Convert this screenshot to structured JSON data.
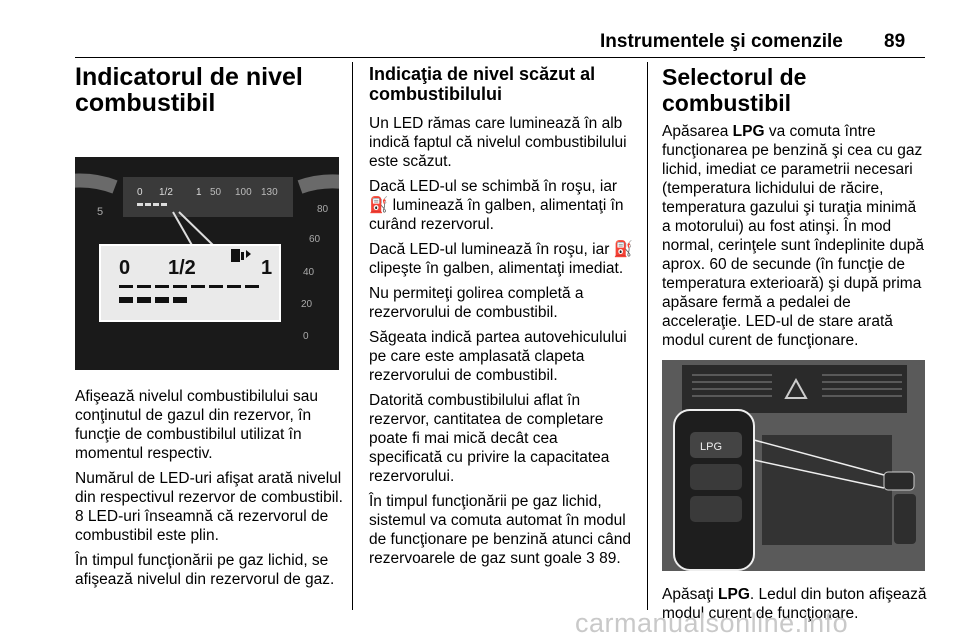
{
  "header": {
    "section_title": "Instrumentele şi comenzile",
    "page_number": "89"
  },
  "col1": {
    "heading": "Indicatorul de nivel combustibil",
    "figure": {
      "scale_empty": "0",
      "scale_half": "1/2",
      "scale_full": "1",
      "small_scale": [
        "0",
        "1/2",
        "1"
      ],
      "speed_marks": [
        "50",
        "100",
        "130"
      ],
      "tach_marks": [
        "5",
        "40",
        "60",
        "80",
        "20",
        "0"
      ]
    },
    "paragraphs": [
      "Afişează nivelul combustibilului sau conţinutul de gazul din rezervor, în funcţie de combustibilul utilizat în momentul respectiv.",
      "Numărul de LED-uri afişat arată nivelul din respectivul rezervor de combustibil. 8 LED-uri înseamnă că rezervorul de combustibil este plin.",
      "În timpul funcţionării pe gaz lichid, se afişează nivelul din rezervorul de gaz."
    ]
  },
  "col2": {
    "heading": "Indicaţia de nivel scăzut al combustibilului",
    "p1": "Un LED rămas care luminează în alb indică faptul că nivelul combustibilului este scăzut.",
    "p2": "Dacă LED-ul se schimbă în roşu, iar ⛽ luminează în galben, alimentaţi în curând rezervorul.",
    "p3": "Dacă LED-ul luminează în roşu, iar ⛽ clipeşte în galben, alimentaţi imediat.",
    "p4": "Nu permiteţi golirea completă a rezervorului de combustibil.",
    "p5": "Săgeata indică partea autovehiculului pe care este amplasată clapeta rezervorului de combustibil.",
    "p6": "Datorită combustibilului aflat în rezervor, cantitatea de completare poate fi mai mică decât cea specificată cu privire la capacitatea rezervorului.",
    "p7": "În timpul funcţionării pe gaz lichid, sistemul va comuta automat în modul de funcţionare pe benzină atunci când rezervoarele de gaz sunt goale",
    "p7_ref": "3 89."
  },
  "col3": {
    "heading": "Selectorul de combustibil",
    "p1_pre": "Apăsarea ",
    "p1_bold": "LPG",
    "p1_post": " va comuta între funcţionarea pe benzină şi cea cu gaz lichid, imediat ce parametrii necesari (temperatura lichidului de răcire, temperatura gazului şi turaţia minimă a motorului) au fost atinşi. În mod normal, cerinţele sunt îndeplinite după aprox. 60 de secunde (în funcţie de temperatura exterioară) şi după prima apăsare fermă a pedalei de acceleraţie. LED-ul de stare arată modul curent de funcţionare.",
    "button_label": "LPG",
    "p2_pre": "Apăsaţi ",
    "p2_bold": "LPG",
    "p2_post": ". Ledul din buton afişează modul curent de funcţionare."
  },
  "watermark": "carmanualsonline.info",
  "colors": {
    "text": "#000000",
    "figure_bg": "#1a1a1a",
    "watermark": "#c9c9c9"
  }
}
